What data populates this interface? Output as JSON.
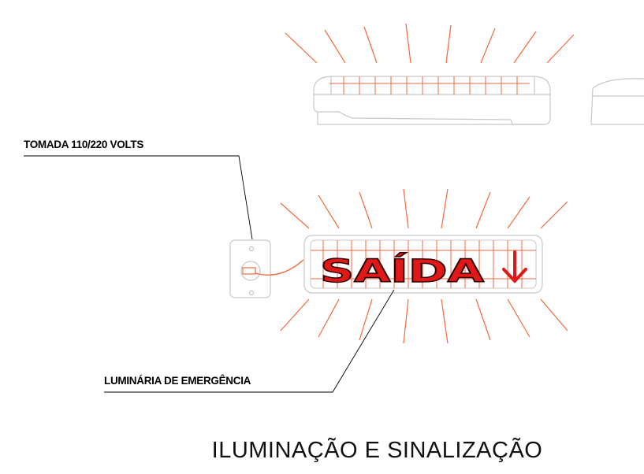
{
  "labels": {
    "tomada": "TOMADA 110/220 VOLTS",
    "luminaria": "LUMINÁRIA DE EMERGÊNCIA",
    "sign_text": "SAÍDA",
    "title": "ILUMINAÇÃO E SINALIZAÇÃO"
  },
  "colors": {
    "rays": "#f26a3d",
    "sign_fill": "#e01818",
    "sign_outline": "#2a0000",
    "outline": "#c8c8c8",
    "leader": "#000000"
  },
  "icons": {
    "arrow": "arrow-down-icon",
    "outlet": "power-outlet-icon"
  }
}
